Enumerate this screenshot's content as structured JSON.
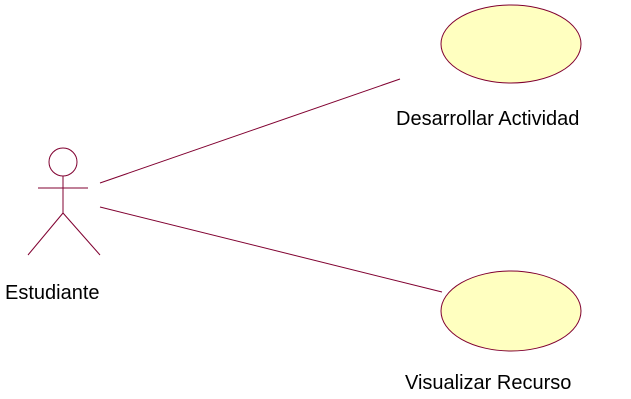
{
  "colors": {
    "line": "#800030",
    "use_case_fill": "#ffffc0",
    "text": "#000000",
    "background": "#ffffff"
  },
  "actor": {
    "name": "Estudiante"
  },
  "use_cases": [
    {
      "name": "Desarrollar Actividad"
    },
    {
      "name": "Visualizar Recurso"
    }
  ]
}
